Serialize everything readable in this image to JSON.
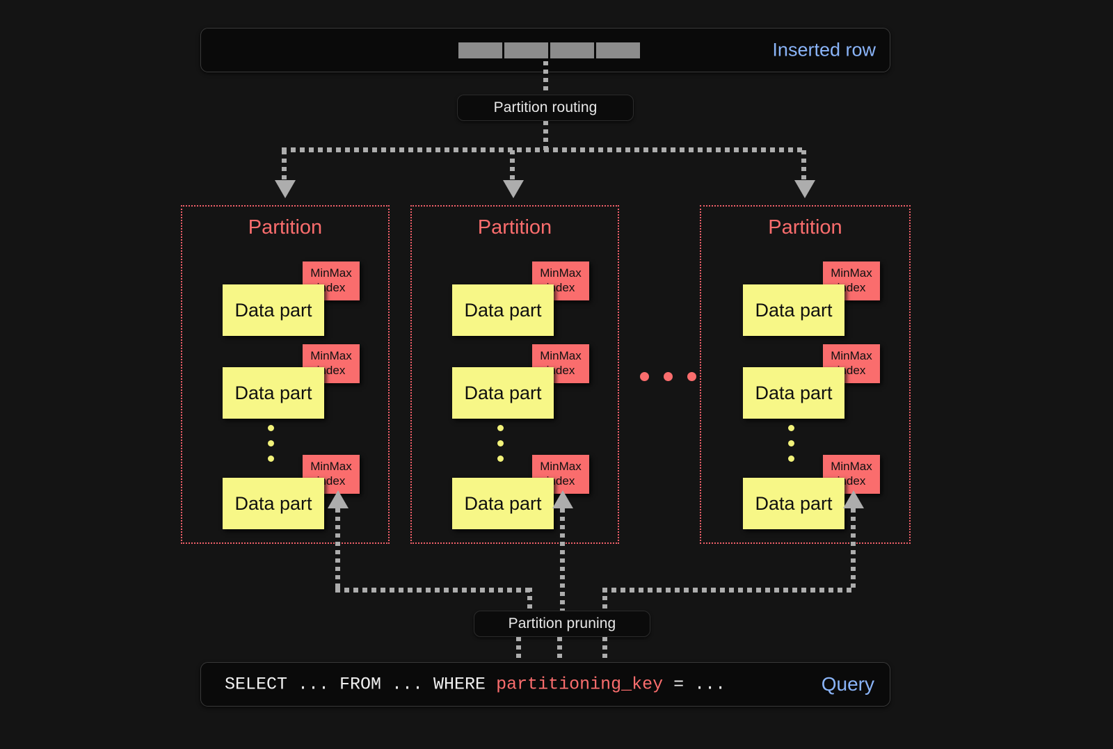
{
  "background_color": "#141414",
  "colors": {
    "accent_blue": "#8ab4f8",
    "partition_red": "#fa6d6d",
    "data_part_yellow": "#f7f787",
    "connector_gray": "#adadad",
    "panel_fill": "#0a0a0a"
  },
  "inserted_row": {
    "label": "Inserted row",
    "cell_count": 4,
    "cells": [
      "",
      "",
      "",
      ""
    ]
  },
  "routing": {
    "label": "Partition routing"
  },
  "pruning": {
    "label": "Partition pruning"
  },
  "partitions": [
    {
      "title": "Partition",
      "parts": [
        {
          "data_label": "Data part",
          "index_line1": "MinMax",
          "index_line2": "index"
        },
        {
          "data_label": "Data part",
          "index_line1": "MinMax",
          "index_line2": "index"
        },
        {
          "data_label": "Data part",
          "index_line1": "MinMax",
          "index_line2": "index"
        }
      ],
      "ellipsis_dots": 3
    },
    {
      "title": "Partition",
      "parts": [
        {
          "data_label": "Data part",
          "index_line1": "MinMax",
          "index_line2": "index"
        },
        {
          "data_label": "Data part",
          "index_line1": "MinMax",
          "index_line2": "index"
        },
        {
          "data_label": "Data part",
          "index_line1": "MinMax",
          "index_line2": "index"
        }
      ],
      "ellipsis_dots": 3
    },
    {
      "title": "Partition",
      "parts": [
        {
          "data_label": "Data part",
          "index_line1": "MinMax",
          "index_line2": "index"
        },
        {
          "data_label": "Data part",
          "index_line1": "MinMax",
          "index_line2": "index"
        },
        {
          "data_label": "Data part",
          "index_line1": "MinMax",
          "index_line2": "index"
        }
      ],
      "ellipsis_dots": 3
    }
  ],
  "partitions_ellipsis_dots": 3,
  "query": {
    "label": "Query",
    "prefix": "SELECT ... FROM ... WHERE ",
    "keyword": "partitioning_key",
    "suffix": " = ...",
    "full_text": "SELECT ... FROM ... WHERE partitioning_key = ..."
  }
}
